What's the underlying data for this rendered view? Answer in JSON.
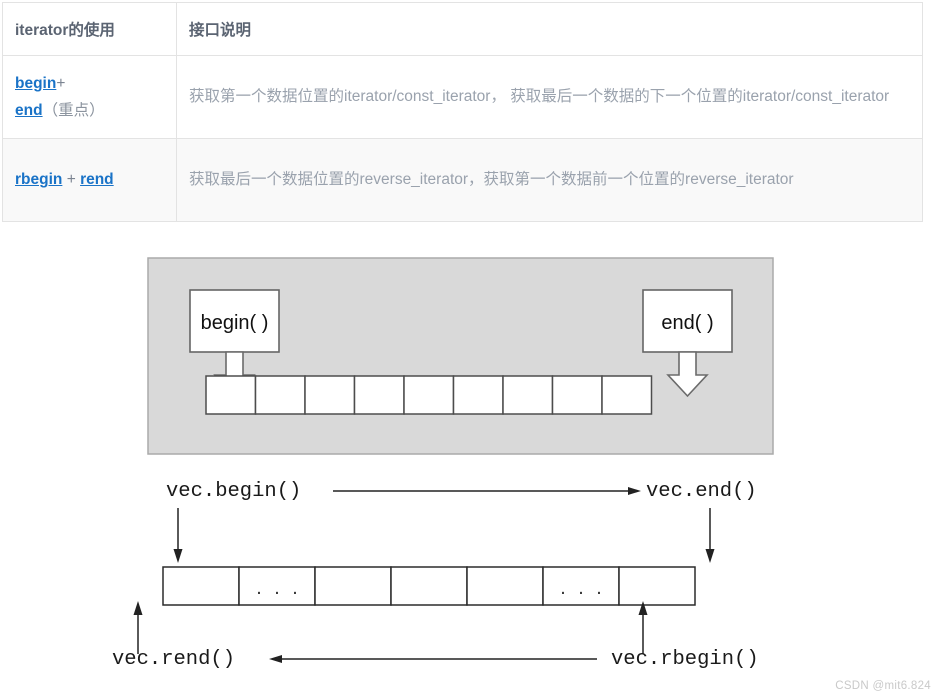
{
  "table": {
    "headers": [
      "iterator的使用",
      "接口说明"
    ],
    "rows": [
      {
        "links": [
          "begin",
          "end"
        ],
        "separator": "+",
        "note": "（重点）",
        "description": "获取第一个数据位置的iterator/const_iterator， 获取最后一个数据的下一个位置的iterator/const_iterator"
      },
      {
        "links": [
          "rbegin",
          "rend"
        ],
        "separator": "+",
        "note": "",
        "description": "获取最后一个数据位置的reverse_iterator，获取第一个数据前一个位置的reverse_iterator"
      }
    ]
  },
  "diagram": {
    "top_panel": {
      "begin_box_label": "begin( )",
      "end_box_label": "end( )",
      "cell_count": 9
    },
    "bottom_panel": {
      "begin_label": "vec.begin()",
      "end_label": "vec.end()",
      "rend_label": "vec.rend()",
      "rbegin_label": "vec.rbegin()",
      "cell_count": 7,
      "ellipsis": "· · ·",
      "ellipsis_cells": [
        1,
        5
      ]
    }
  },
  "watermark": "CSDN @mit6.824",
  "colors": {
    "link": "#1a73c7",
    "header_text": "#5b6472",
    "body_text": "#9aa2ad",
    "panel_fill": "#d9d9d9",
    "table_border": "#e3e3e3",
    "alt_row": "#f9f9f9"
  }
}
